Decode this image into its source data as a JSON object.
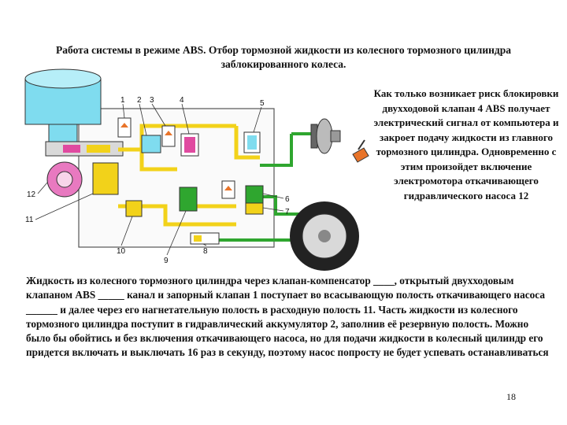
{
  "title": "Работа системы в режиме ABS. Отбор тормозной жидкости из колесного тормозного цилиндра заблокированного колеса.",
  "side_note": "Как только возникает риск блокировки двухходовой клапан 4 ABS получает электрический сигнал от компьютера и закроет подачу жидкости из главного тормозного цилиндра. Одновременно с этим произойдет включение электромотора откачивающего гидравлического насоса 12",
  "body": "Жидкость из колесного тормозного цилиндра через клапан-компенсатор ____, открытый двухходовым клапаном ABS _____ канал и запорный клапан 1 поступает во всасывающую полость откачивающего насоса ______ и далее через его нагнетательную полость в расходную полость 11. Часть жидкости из колесного тормозного цилиндра поступит в гидравлический аккумулятор 2, заполнив её резервную полость. Можно было бы обойтись и без включения откачивающего насоса, но для подачи жидкости в колесный цилиндр его придется включать и выключать 16 раз в секунду, поэтому насос попросту не будет успевать останавливаться",
  "page_number": "18",
  "callouts": {
    "n1": "1",
    "n2": "2",
    "n3": "3",
    "n4": "4",
    "n5": "5",
    "n6": "6",
    "n7": "7",
    "n8": "8",
    "n9": "9",
    "n10": "10",
    "n11": "11",
    "n12": "12"
  },
  "colors": {
    "fluid_yellow": "#f2d21a",
    "pipe_green": "#2fa62f",
    "reservoir_cyan": "#7fdcef",
    "pump_magenta": "#e04aa0",
    "valve_orange": "#e8742a"
  }
}
